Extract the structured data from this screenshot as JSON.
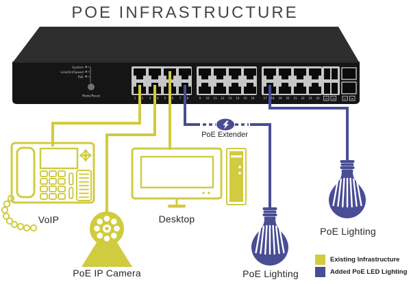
{
  "title": "POE INFRASTRUCTURE",
  "colors": {
    "existing": "#d1cb3f",
    "added": "#484d94"
  },
  "switch": {
    "status_labels": [
      "System",
      "Link/Act/Speed",
      "PoE"
    ],
    "button_label": "Mode/Reset",
    "banks": [
      {
        "ports": [
          "1",
          "2",
          "3",
          "4",
          "5",
          "6",
          "7",
          "8"
        ]
      },
      {
        "ports": [
          "9",
          "10",
          "11",
          "12",
          "13",
          "14",
          "15",
          "16"
        ]
      },
      {
        "ports": [
          "17",
          "18",
          "19",
          "20",
          "21",
          "22",
          "23",
          "24"
        ]
      }
    ],
    "uplink_port_numbers": [
      "25",
      "26",
      "27",
      "28"
    ]
  },
  "nodes": {
    "voip": {
      "label": "VoIP"
    },
    "camera": {
      "label": "PoE IP Camera"
    },
    "desktop": {
      "label": "Desktop"
    },
    "extender": {
      "label": "PoE Extender"
    },
    "lighting1": {
      "label": "PoE Lighting"
    },
    "lighting2": {
      "label": "PoE Lighting"
    }
  },
  "legend": {
    "items": [
      {
        "label": "Existing Infrastructure",
        "color": "#d1cb3f"
      },
      {
        "label": "Added PoE LED Lighting",
        "color": "#484d94"
      }
    ]
  }
}
